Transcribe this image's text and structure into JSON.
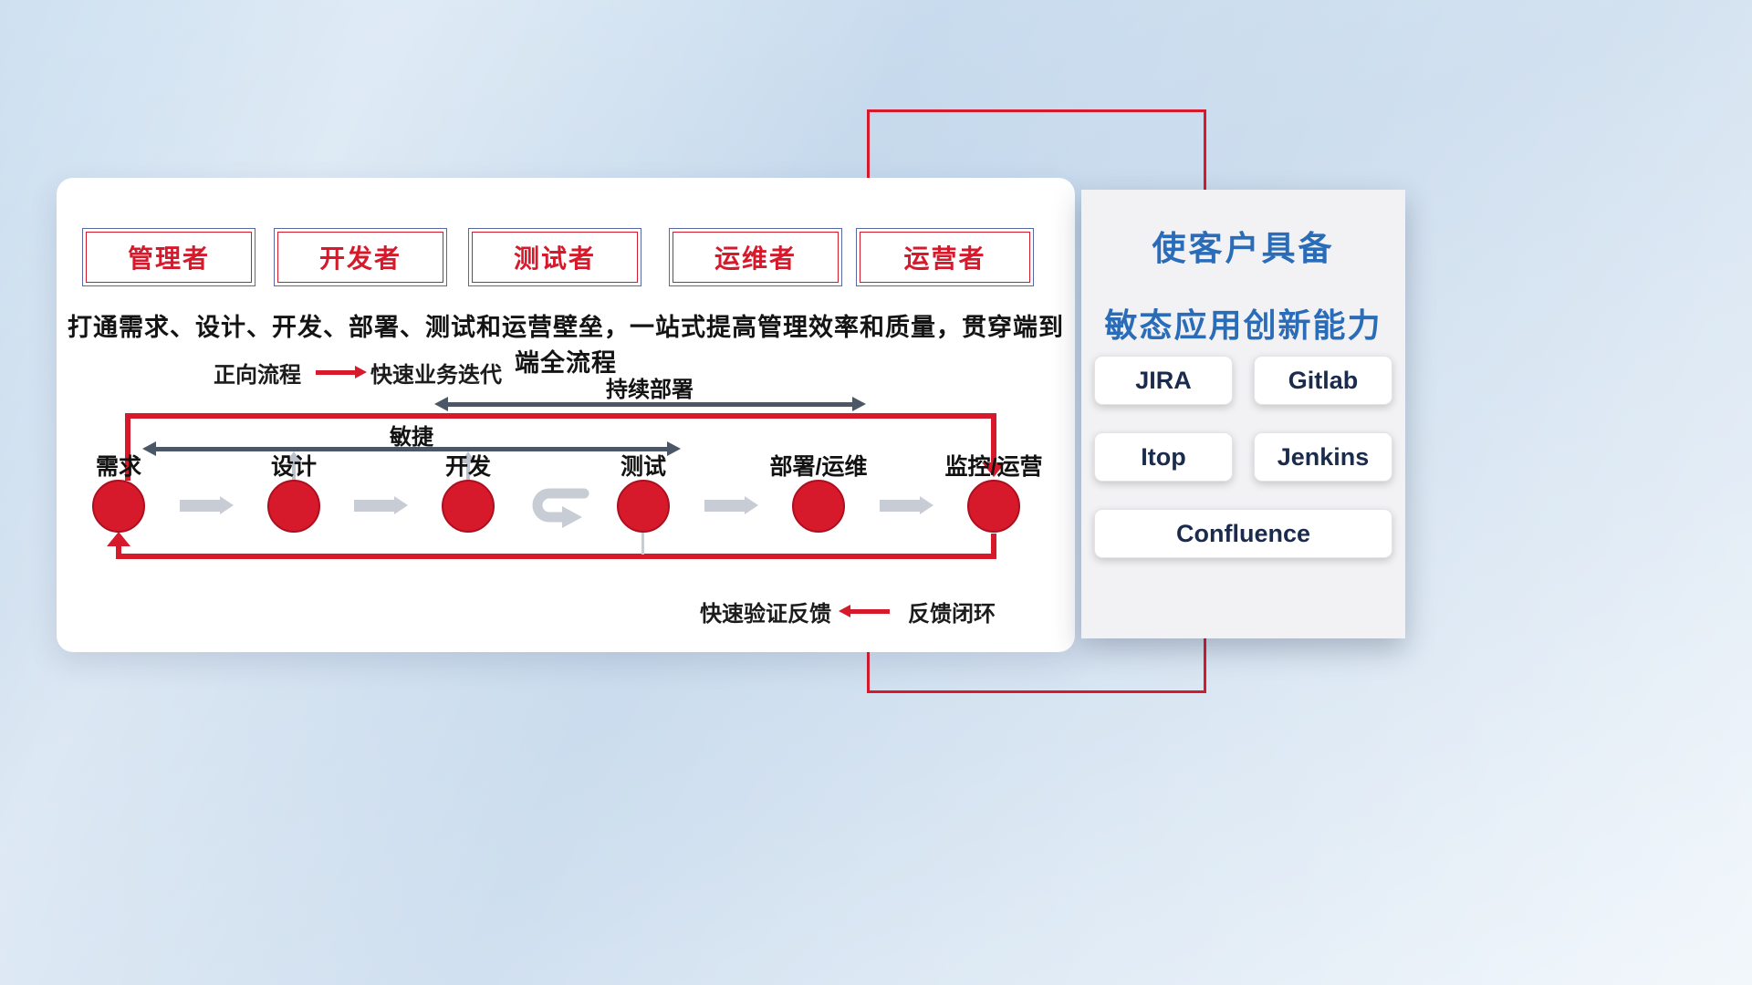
{
  "colors": {
    "red": "#d61a2c",
    "title_blue": "#2b6cb9",
    "dark_arrow": "#4b5766",
    "gray_arrow": "#c8cdd5"
  },
  "roles": [
    "管理者",
    "开发者",
    "测试者",
    "运维者",
    "运营者"
  ],
  "description": "打通需求、设计、开发、部署、测试和运营壁垒，一站式提高管理效率和质量，贯穿端到端全流程",
  "forward_legend": {
    "label": "正向流程",
    "caption": "快速业务迭代"
  },
  "feedback_legend": {
    "caption": "快速验证反馈",
    "label": "反馈闭环"
  },
  "flow": {
    "stages": [
      "需求",
      "设计",
      "开发",
      "测试",
      "部署/运维",
      "监控/运营"
    ],
    "agile_label": "敏捷",
    "continuous_deploy_label": "持续部署"
  },
  "side_panel": {
    "title_line1": "使客户具备",
    "title_line2": "敏态应用创新能力",
    "tools": [
      "JIRA",
      "Gitlab",
      "Itop",
      "Jenkins",
      "Confluence"
    ]
  }
}
